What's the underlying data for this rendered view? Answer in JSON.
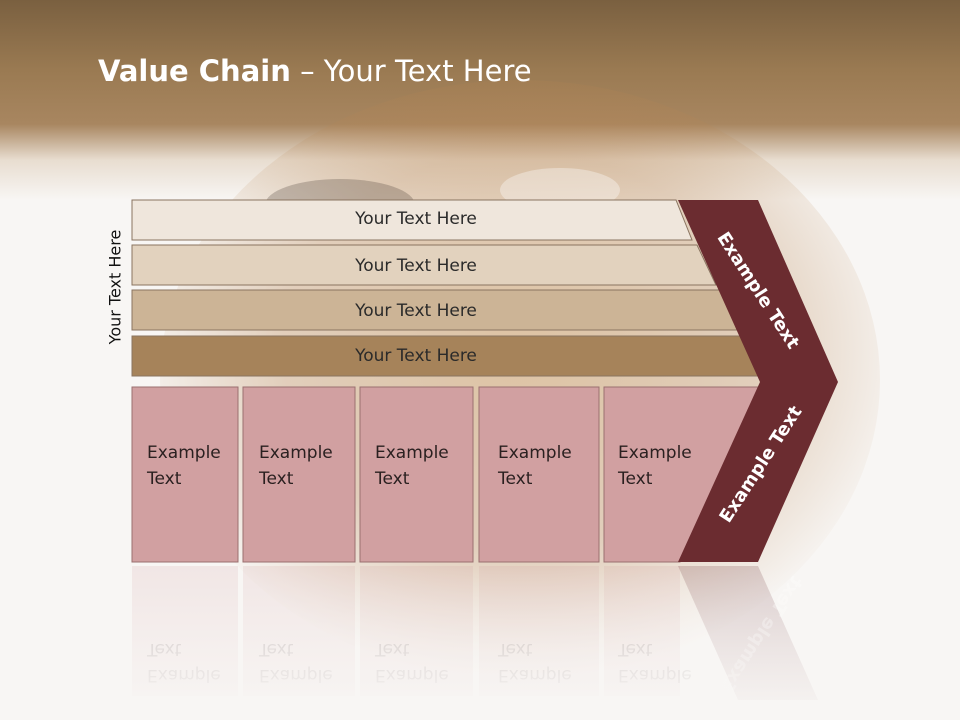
{
  "title": {
    "bold": "Value Chain",
    "rest": " – Your Text Here"
  },
  "vertical_label": "Your Text Here",
  "bars": [
    {
      "label": "Your Text Here",
      "color": "#efe6dc"
    },
    {
      "label": "Your Text Here",
      "color": "#e2d2be"
    },
    {
      "label": "Your Text Here",
      "color": "#ccb496"
    },
    {
      "label": "Your Text Here",
      "color": "#a6835a"
    }
  ],
  "boxes": [
    {
      "line1": "Example",
      "line2": "Text"
    },
    {
      "line1": "Example",
      "line2": "Text"
    },
    {
      "line1": "Example",
      "line2": "Text"
    },
    {
      "line1": "Example",
      "line2": "Text"
    },
    {
      "line1": "Example",
      "line2": "Text"
    }
  ],
  "chevron": {
    "upper_label": "Example Text",
    "lower_label": "Example Text",
    "color": "#6b2c30"
  },
  "colors": {
    "box": "#d1a0a1",
    "box_border": "#9a7070"
  }
}
